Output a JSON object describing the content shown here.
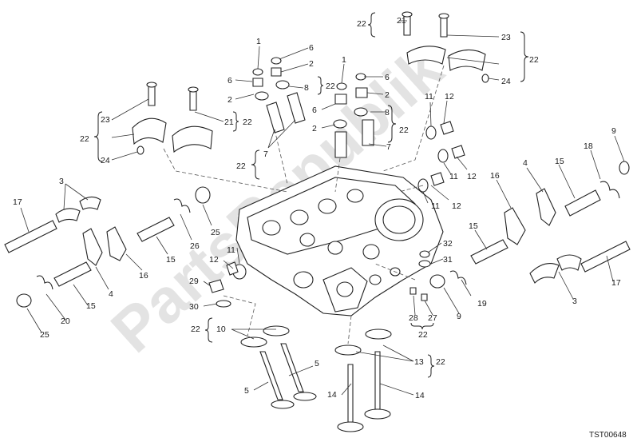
{
  "watermark": "PartsRepublik",
  "drawing_code": "TST00648",
  "labels": [
    {
      "id": "l1a",
      "text": "1"
    },
    {
      "id": "l6a",
      "text": "6"
    },
    {
      "id": "l2a",
      "text": "2"
    },
    {
      "id": "l6b",
      "text": "6"
    },
    {
      "id": "l2b",
      "text": "2"
    },
    {
      "id": "l8a",
      "text": "8"
    },
    {
      "id": "l22a",
      "text": "22"
    },
    {
      "id": "l1b",
      "text": "1"
    },
    {
      "id": "l6c",
      "text": "6"
    },
    {
      "id": "l2c",
      "text": "2"
    },
    {
      "id": "l6d",
      "text": "6"
    },
    {
      "id": "l8b",
      "text": "8"
    },
    {
      "id": "l2d",
      "text": "2"
    },
    {
      "id": "l7a",
      "text": "7"
    },
    {
      "id": "l22b",
      "text": "22"
    },
    {
      "id": "l7b",
      "text": "7"
    },
    {
      "id": "l22c",
      "text": "22"
    },
    {
      "id": "l22d",
      "text": "22"
    },
    {
      "id": "l21a",
      "text": "21"
    },
    {
      "id": "l23a",
      "text": "23"
    },
    {
      "id": "l22e",
      "text": "22"
    },
    {
      "id": "l24a",
      "text": "24"
    },
    {
      "id": "l23b",
      "text": "23"
    },
    {
      "id": "l22f",
      "text": "22"
    },
    {
      "id": "l24b",
      "text": "24"
    },
    {
      "id": "l21b",
      "text": "21"
    },
    {
      "id": "l22g",
      "text": "22"
    },
    {
      "id": "l11a",
      "text": "11"
    },
    {
      "id": "l12a",
      "text": "12"
    },
    {
      "id": "l11b",
      "text": "11"
    },
    {
      "id": "l12b",
      "text": "12"
    },
    {
      "id": "l11c",
      "text": "11"
    },
    {
      "id": "l12c",
      "text": "12"
    },
    {
      "id": "l9a",
      "text": "9"
    },
    {
      "id": "l18",
      "text": "18"
    },
    {
      "id": "l15a",
      "text": "15"
    },
    {
      "id": "l4a",
      "text": "4"
    },
    {
      "id": "l16a",
      "text": "16"
    },
    {
      "id": "l15b",
      "text": "15"
    },
    {
      "id": "l17a",
      "text": "17"
    },
    {
      "id": "l3a",
      "text": "3"
    },
    {
      "id": "l19",
      "text": "19"
    },
    {
      "id": "l32",
      "text": "32"
    },
    {
      "id": "l31",
      "text": "31"
    },
    {
      "id": "l9b",
      "text": "9"
    },
    {
      "id": "l28",
      "text": "28"
    },
    {
      "id": "l27",
      "text": "27"
    },
    {
      "id": "l22h",
      "text": "22"
    },
    {
      "id": "l17b",
      "text": "17"
    },
    {
      "id": "l3b",
      "text": "3"
    },
    {
      "id": "l25a",
      "text": "25"
    },
    {
      "id": "l26",
      "text": "26"
    },
    {
      "id": "l15c",
      "text": "15"
    },
    {
      "id": "l16b",
      "text": "16"
    },
    {
      "id": "l4b",
      "text": "4"
    },
    {
      "id": "l15d",
      "text": "15"
    },
    {
      "id": "l20",
      "text": "20"
    },
    {
      "id": "l25b",
      "text": "25"
    },
    {
      "id": "l11d",
      "text": "11"
    },
    {
      "id": "l12d",
      "text": "12"
    },
    {
      "id": "l29",
      "text": "29"
    },
    {
      "id": "l30",
      "text": "30"
    },
    {
      "id": "l22i",
      "text": "22"
    },
    {
      "id": "l10",
      "text": "10"
    },
    {
      "id": "l5a",
      "text": "5"
    },
    {
      "id": "l5b",
      "text": "5"
    },
    {
      "id": "l13",
      "text": "13"
    },
    {
      "id": "l22j",
      "text": "22"
    },
    {
      "id": "l14a",
      "text": "14"
    },
    {
      "id": "l14b",
      "text": "14"
    }
  ]
}
